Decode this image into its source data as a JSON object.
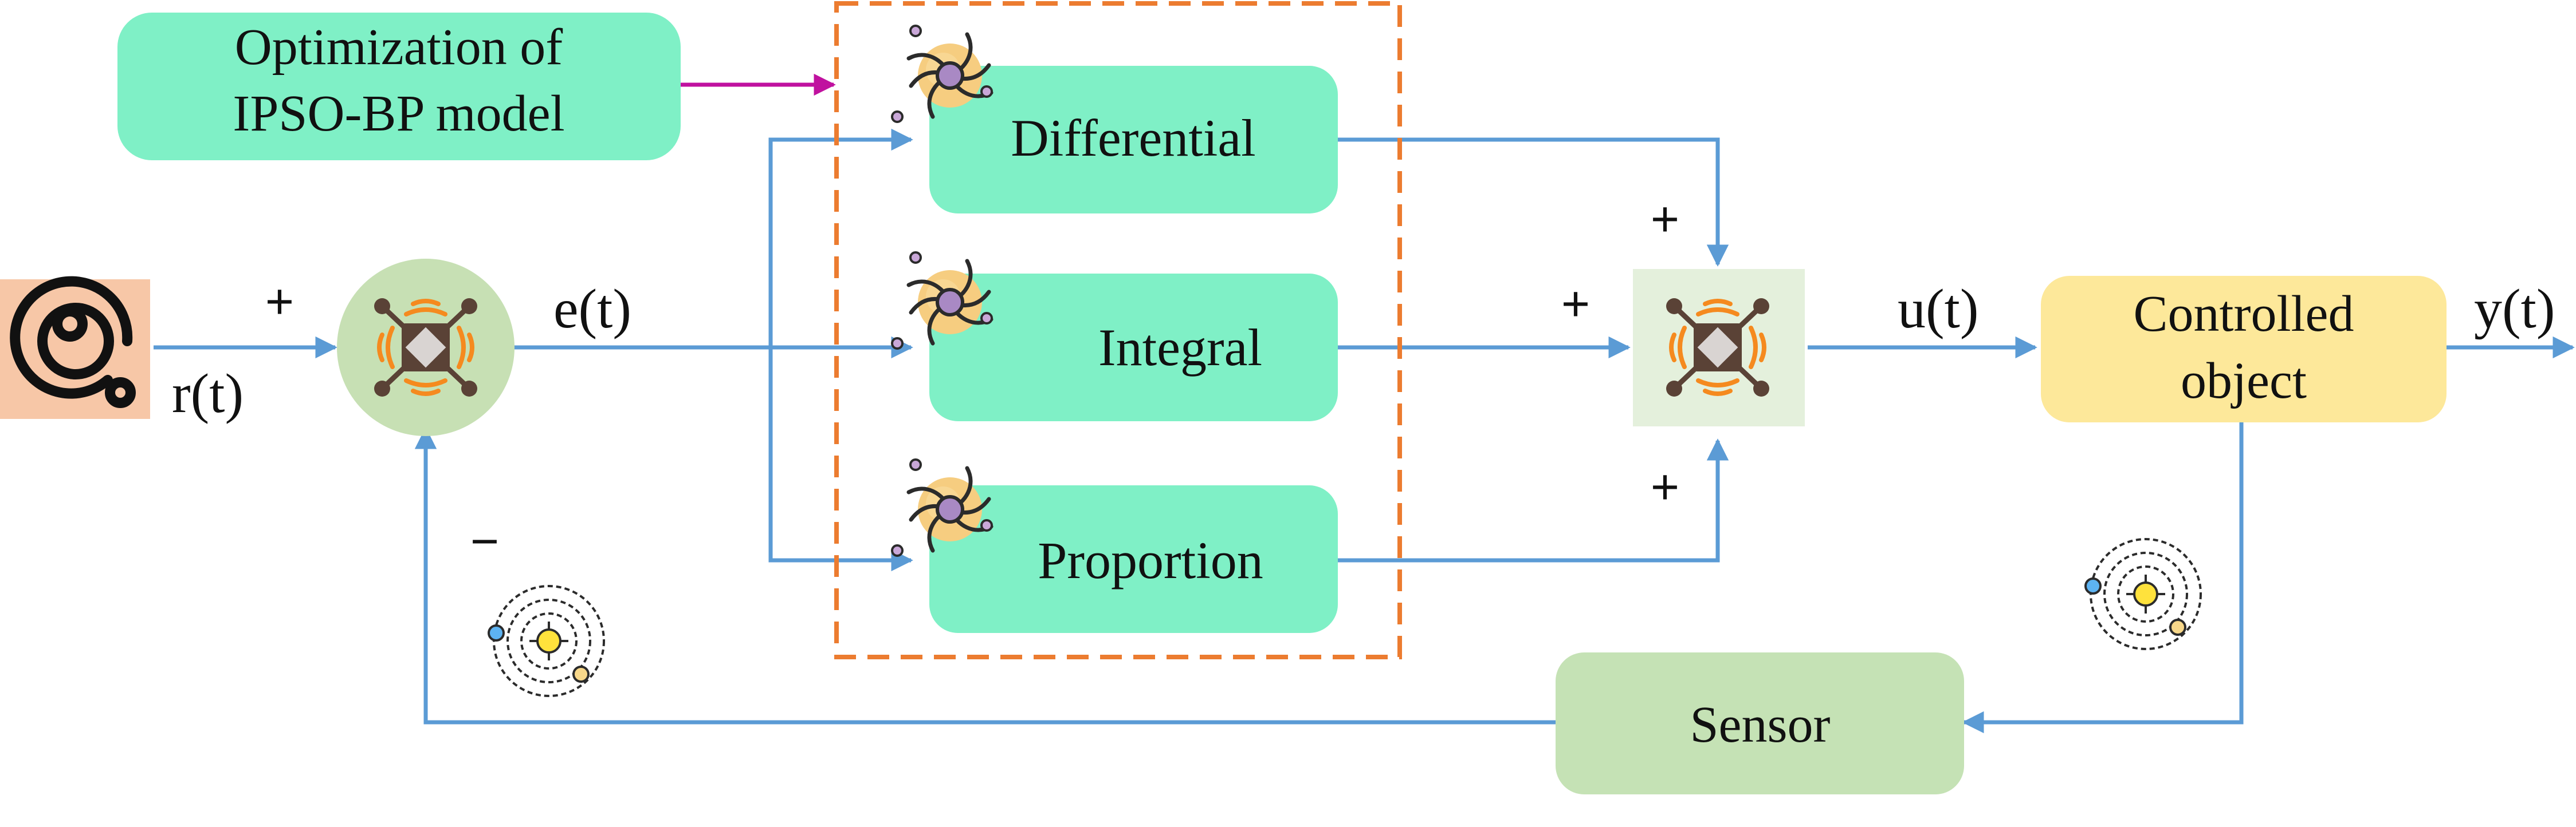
{
  "blocks": {
    "optimization_line1": "Optimization of",
    "optimization_line2": "IPSO-BP model",
    "differential": "Differential",
    "integral": "Integral",
    "proportion": "Proportion",
    "controlled_line1": "Controlled",
    "controlled_line2": "object",
    "sensor": "Sensor"
  },
  "signals": {
    "reference": "r(t)",
    "error": "e(t)",
    "control": "u(t)",
    "output": "y(t)"
  },
  "signs": {
    "summer1_input": "+",
    "summer1_feedback": "−",
    "summer2_differential": "+",
    "summer2_integral": "+",
    "summer2_proportion": "+"
  },
  "colors": {
    "pid_block": "#7ff0c6",
    "optimization_block": "#7ff0c6",
    "controlled_block": "#fde89a",
    "sensor_block": "#c5e2b5",
    "summer1_bg": "#c7e0b4",
    "summer2_bg": "#e4f0dc",
    "source_bg": "#f7c7a7",
    "flow_line": "#5b9bd5",
    "optimization_arrow": "#c0119f",
    "dashed_frame": "#ec7c30",
    "summer_core": "#5a4236",
    "summer_waves": "#f58a1f"
  },
  "icons": {
    "source": "concentric-rings-icon",
    "summer": "drone-junction-icon",
    "pid_badge": "galaxy-swirl-icon",
    "orbit": "solar-orbit-icon"
  }
}
